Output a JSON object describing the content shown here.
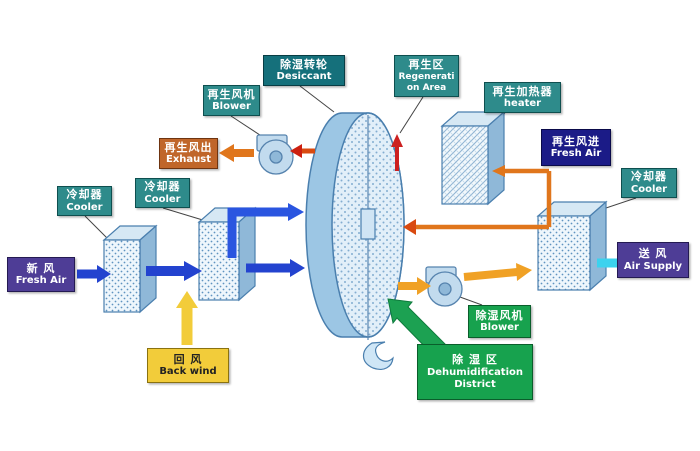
{
  "diagram": {
    "title_hint": "desiccant wheel dehumidification system diagram"
  },
  "labels": {
    "fresh_air_in": {
      "zh": "新 风",
      "en": "Fresh Air"
    },
    "cooler_1": {
      "zh": "冷却器",
      "en": "Cooler"
    },
    "cooler_2": {
      "zh": "冷却器",
      "en": "Cooler"
    },
    "regen_blower": {
      "zh": "再生风机",
      "en": "Blower"
    },
    "desiccant": {
      "zh": "除湿转轮",
      "en": "Desiccant"
    },
    "regen_area": {
      "zh": "再生区",
      "en": "Regeneration Area"
    },
    "regen_heater": {
      "zh": "再生加热器",
      "en": "heater"
    },
    "exhaust": {
      "zh": "再生风出",
      "en": "Exhaust"
    },
    "regen_fresh_air": {
      "zh": "再生风进",
      "en": "Fresh Air"
    },
    "cooler_3": {
      "zh": "冷却器",
      "en": "Cooler"
    },
    "air_supply": {
      "zh": "送 风",
      "en": "Air Supply"
    },
    "back_wind": {
      "zh": "回 风",
      "en": "Back wind"
    },
    "dehum_blower": {
      "zh": "除湿风机",
      "en": "Blower"
    },
    "dehum_district": {
      "zh": "除 湿 区",
      "en": "Dehumidification District"
    }
  },
  "colors": {
    "teal_label": "#2E8B8B",
    "dark_teal_label": "#15707B",
    "purple_label": "#4E3D96",
    "navy_label": "#1B1B87",
    "orange_label": "#C0662A",
    "yellow_label": "#F2CC3A",
    "green_label": "#17A24E",
    "blue_arrow": "#2343CF",
    "orange_arrow": "#E0761C",
    "gold_arrow": "#F0A125",
    "cyan_arrow": "#3CD2EE",
    "red_arrow": "#CC2020",
    "yellow_arrow": "#F2CC3A",
    "green_arrow": "#1CA152"
  }
}
